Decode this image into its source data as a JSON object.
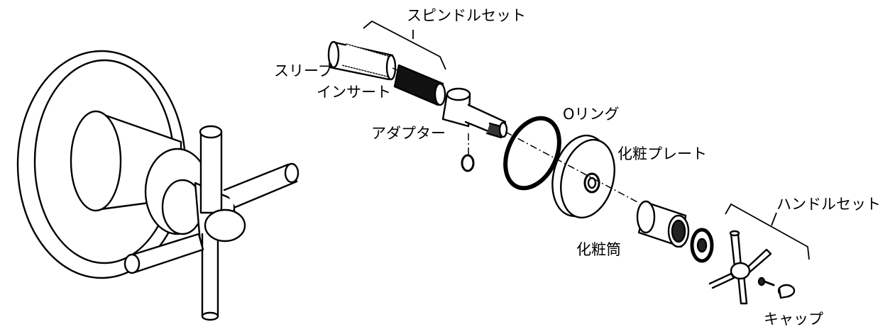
{
  "labels": {
    "spindle_set": "スピンドルセット",
    "sleeve": "スリーブ",
    "insert": "インサート",
    "adapter": "アダプター",
    "o_ring": "Oリング",
    "cosmetic_plate": "化粧プレート",
    "cosmetic_tube": "化粧筒",
    "handle_set": "ハンドルセット",
    "cap": "キャップ"
  }
}
